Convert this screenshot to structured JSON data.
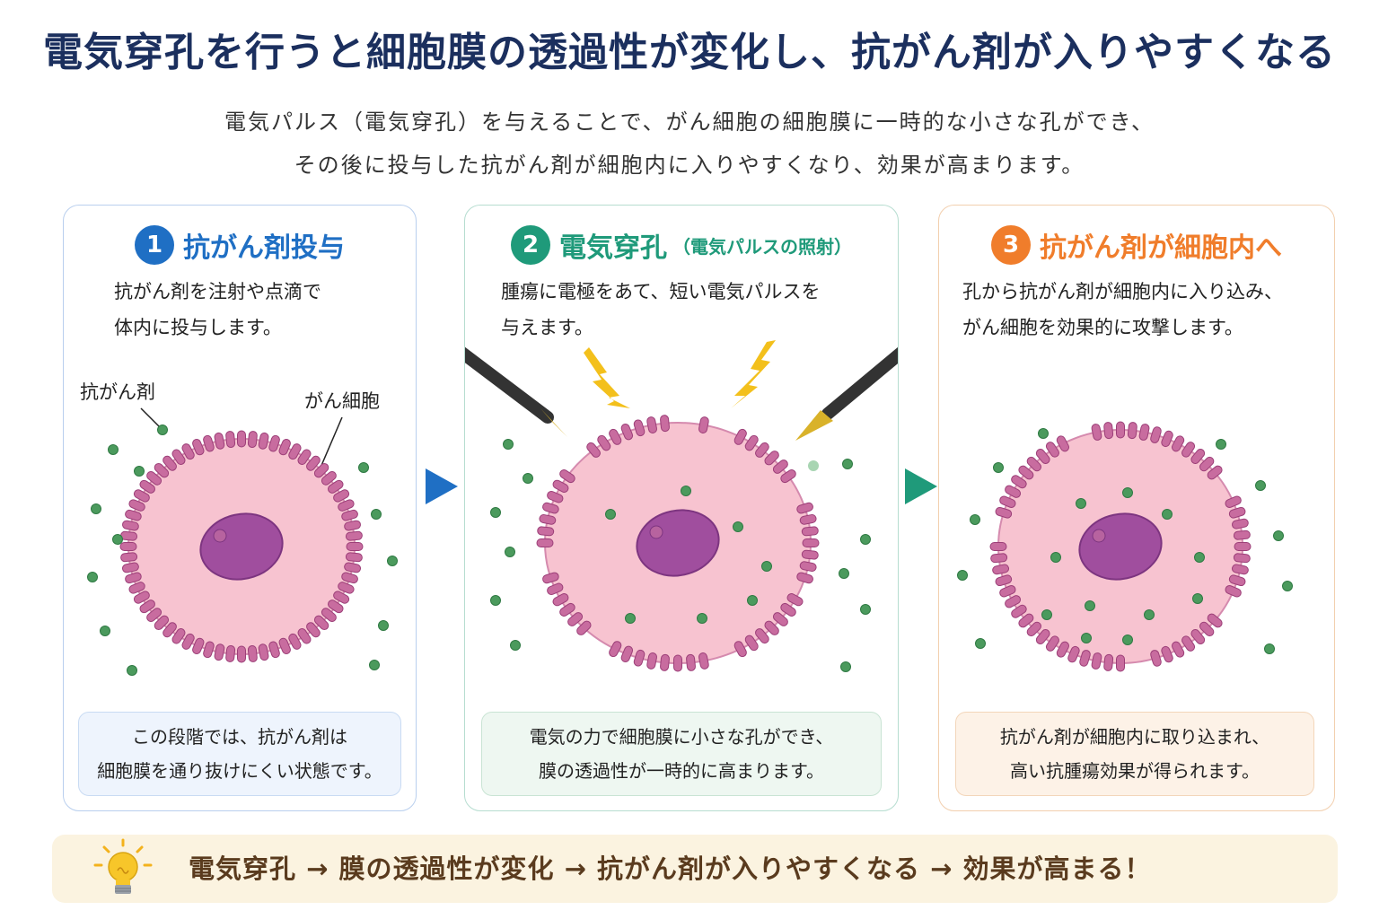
{
  "title": "電気穿孔を行うと細胞膜の透過性が変化し、抗がん剤が入りやすくなる",
  "subtitle": {
    "line1": "電気パルス（電気穿孔）を与えることで、がん細胞の細胞膜に一時的な小さな孔ができ、",
    "line2": "その後に投与した抗がん剤が細胞内に入りやすくなり、効果が高まります。"
  },
  "colors": {
    "step1": "#1f6fc4",
    "step2": "#1f9a7a",
    "step3": "#f07d2b",
    "membrane": "#c36b9c",
    "cytoplasm": "#f5bccb",
    "nucleus": "#9b4a9b",
    "drug": "#4b9a5d",
    "lightning": "#f3c01c"
  },
  "steps": [
    {
      "number": "1",
      "heading": "抗がん剤投与",
      "desc": [
        "抗がん剤を注射や点滴で",
        "体内に投与します。"
      ],
      "labels": {
        "drug": "抗がん剤",
        "cell": "がん細胞"
      },
      "note": [
        "この段階では、抗がん剤は",
        "細胞膜を通り抜けにくい状態です。"
      ]
    },
    {
      "number": "2",
      "heading": "電気穿孔",
      "heading_sub": "（電気パルスの照射）",
      "desc": [
        "腫瘍に電極をあて、短い電気パルスを",
        "与えます。"
      ],
      "note": [
        "電気の力で細胞膜に小さな孔ができ、",
        "膜の透過性が一時的に高まります。"
      ]
    },
    {
      "number": "3",
      "heading": "抗がん剤が細胞内へ",
      "desc": [
        "孔から抗がん剤が細胞内に入り込み、",
        "がん細胞を効果的に攻撃します。"
      ],
      "note": [
        "抗がん剤が細胞内に取り込まれ、",
        "高い抗腫瘍効果が得られます。"
      ]
    }
  ],
  "summary": {
    "icon": "lightbulb-icon",
    "text": "電気穿孔 → 膜の透過性が変化 → 抗がん剤が入りやすくなる → 効果が高まる！"
  }
}
